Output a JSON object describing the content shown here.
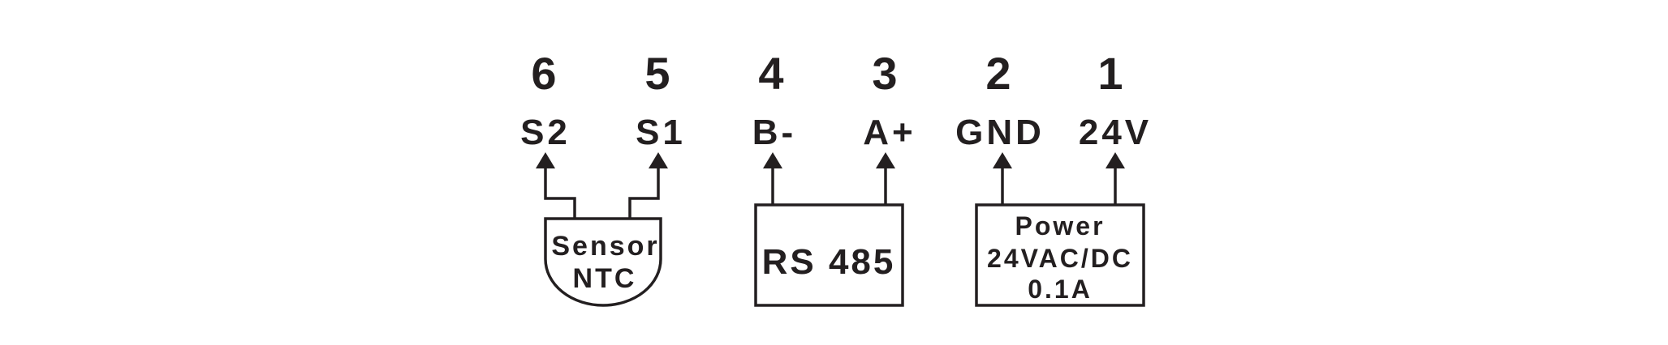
{
  "terminals": [
    {
      "number": "6",
      "pin": "S2"
    },
    {
      "number": "5",
      "pin": "S1"
    },
    {
      "number": "4",
      "pin": "B-"
    },
    {
      "number": "3",
      "pin": "A+"
    },
    {
      "number": "2",
      "pin": "GND"
    },
    {
      "number": "1",
      "pin": "24V"
    }
  ],
  "sensor": {
    "line1": "Sensor",
    "line2": "NTC"
  },
  "rs485": {
    "label": "RS 485"
  },
  "power": {
    "line1": "Power",
    "line2": "24VAC/DC",
    "line3": "0.1A"
  },
  "colors": {
    "ink": "#231f20",
    "background": "#ffffff"
  }
}
